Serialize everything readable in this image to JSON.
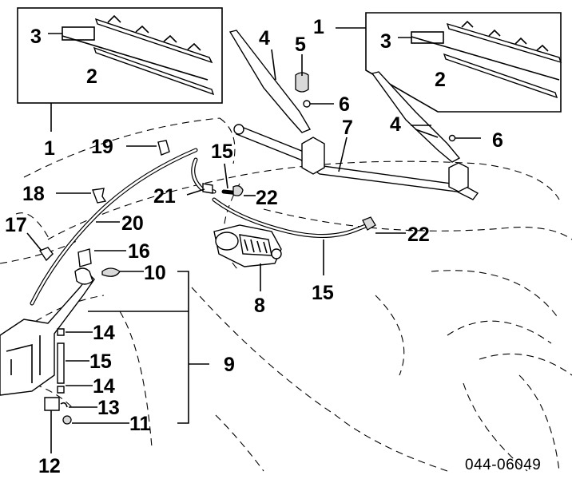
{
  "diagram_code": "044-06049",
  "callouts": {
    "c1_top_right": "1",
    "c1_bottom_left": "1",
    "c2_left": "2",
    "c2_right": "2",
    "c3_left": "3",
    "c3_right": "3",
    "c4_top": "4",
    "c4_right": "4",
    "c5": "5",
    "c6_top": "6",
    "c6_right": "6",
    "c7": "7",
    "c8": "8",
    "c9": "9",
    "c10": "10",
    "c11": "11",
    "c12": "12",
    "c13": "13",
    "c14_top": "14",
    "c14_bottom": "14",
    "c15_top": "15",
    "c15_mid": "15",
    "c15_bottom": "15",
    "c16": "16",
    "c17": "17",
    "c18": "18",
    "c19": "19",
    "c20": "20",
    "c21": "21",
    "c22_top": "22",
    "c22_bottom": "22"
  }
}
